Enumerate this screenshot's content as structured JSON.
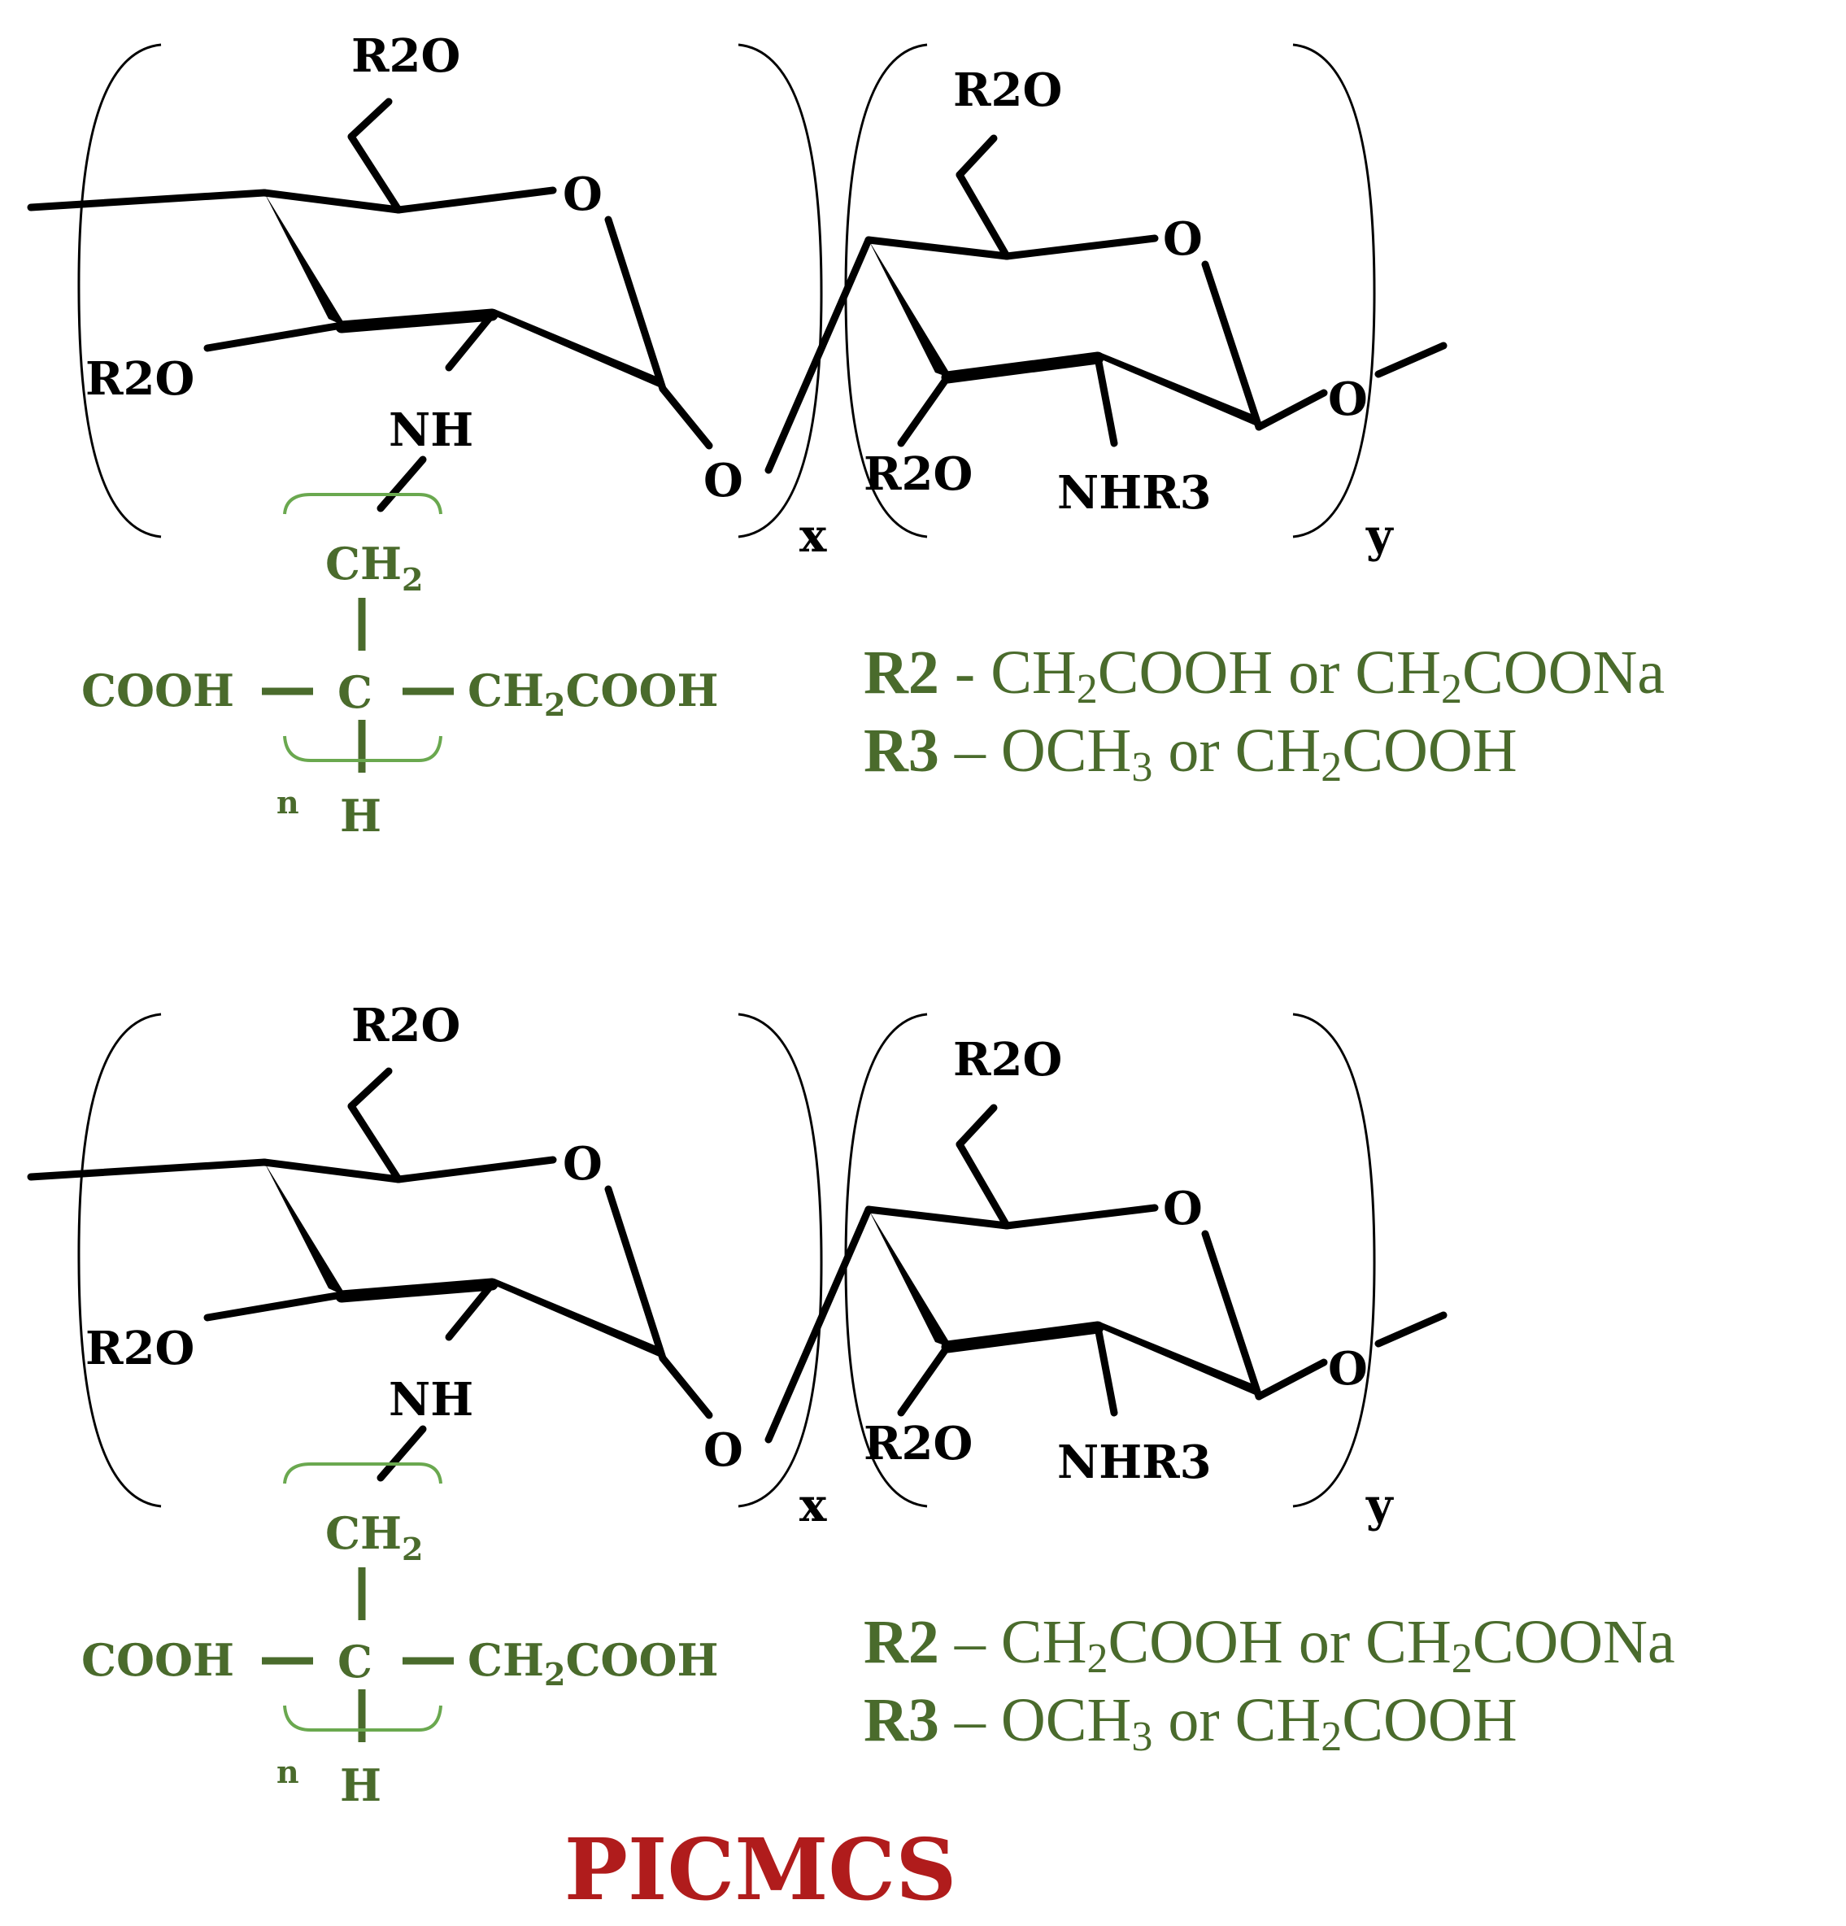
{
  "structures": [
    {
      "id": "structure-1",
      "atoms": {
        "r2o_top_left": "R2O",
        "ring_o_left": "O",
        "r2o_left": "R2O",
        "nh": "NH",
        "o_bridge": "O",
        "r2o_top_right": "R2O",
        "ring_o_right": "O",
        "r2o_bottom_right": "R2O",
        "nhr3": "NHR3",
        "o_right": "O",
        "index_x": "x",
        "index_y": "y"
      },
      "substituent": {
        "ch2": "CH",
        "ch2_sub": "2",
        "c": "C",
        "cooh": "COOH",
        "ch2cooh_a": "CH",
        "ch2cooh_sub": "2",
        "ch2cooh_b": "COOH",
        "h": "H",
        "n": "n"
      },
      "legend": {
        "r2_label": "R2",
        "r2_sep": " - ",
        "r2_a": "CH",
        "r2_a_sub": "2",
        "r2_b": "COOH or CH",
        "r2_b_sub": "2",
        "r2_c": "COONa",
        "r3_label": "R3",
        "r3_sep": " – ",
        "r3_a": "OCH",
        "r3_a_sub": "3",
        "r3_b": " or CH",
        "r3_b_sub": "2",
        "r3_c": "COOH"
      }
    },
    {
      "id": "structure-2",
      "atoms": {
        "r2o_top_left": "R2O",
        "ring_o_left": "O",
        "r2o_left": "R2O",
        "nh": "NH",
        "o_bridge": "O",
        "r2o_top_right": "R2O",
        "ring_o_right": "O",
        "r2o_bottom_right": "R2O",
        "nhr3": "NHR3",
        "o_right": "O",
        "index_x": "x",
        "index_y": "y"
      },
      "substituent": {
        "ch2": "CH",
        "ch2_sub": "2",
        "c": "C",
        "cooh": "COOH",
        "ch2cooh_a": "CH",
        "ch2cooh_sub": "2",
        "ch2cooh_b": "COOH",
        "h": "H",
        "n": "n"
      },
      "legend": {
        "r2_label": "R2",
        "r2_sep": " – ",
        "r2_a": "CH",
        "r2_a_sub": "2",
        "r2_b": "COOH or CH",
        "r2_b_sub": "2",
        "r2_c": "COONa",
        "r3_label": "R3",
        "r3_sep": " – ",
        "r3_a": "OCH",
        "r3_a_sub": "3",
        "r3_b": " or CH",
        "r3_b_sub": "2",
        "r3_c": "COOH"
      }
    }
  ],
  "title": "PICMCS",
  "colors": {
    "bond": "#000000",
    "substituent": "#4a6b2c",
    "substituent_bracket": "#6aa84f",
    "title": "#b01c1c"
  }
}
